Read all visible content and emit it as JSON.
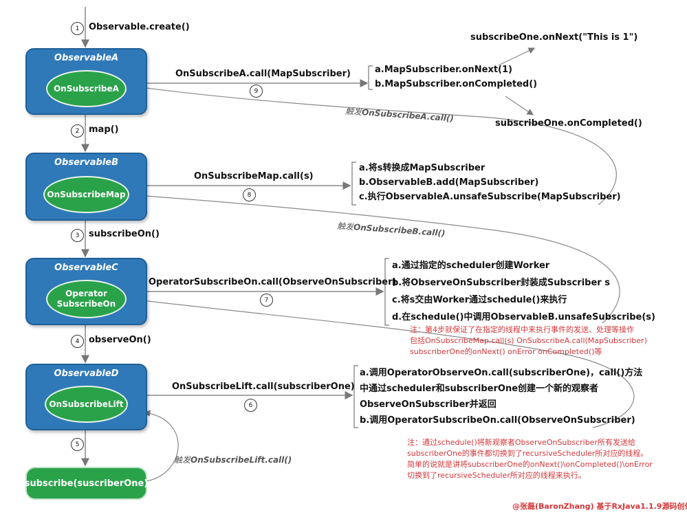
{
  "nodes": {
    "observable_a": {
      "title": "ObservableA",
      "inner": "OnSubscribeA"
    },
    "observable_b": {
      "title": "ObservableB",
      "inner": "OnSubscribeMap"
    },
    "observable_c": {
      "title": "ObservableC",
      "inner_line1": "Operator",
      "inner_line2": "SubscribeOn"
    },
    "observable_d": {
      "title": "ObservableD",
      "inner": "OnSubscribeLift"
    },
    "subscribe": {
      "label": "subscribe(suscriberOne)"
    }
  },
  "steps": {
    "s1": {
      "num": "1",
      "label": "Observable.create()"
    },
    "s2": {
      "num": "2",
      "label": "map()"
    },
    "s3": {
      "num": "3",
      "label": "subscribeOn()"
    },
    "s4": {
      "num": "4",
      "label": "observeOn()"
    },
    "s5": {
      "num": "5"
    },
    "s6": {
      "num": "6",
      "label": "OnSubscribeLift.call(subscriberOne)"
    },
    "s7": {
      "num": "7",
      "label": "OperatorSubscribeOn.call(ObserveOnSubscriber)"
    },
    "s8": {
      "num": "8",
      "label": "OnSubscribeMap.call(s)"
    },
    "s9": {
      "num": "9",
      "label": "OnSubscribeA.call(MapSubscriber)"
    }
  },
  "group_a": {
    "line1": "a.MapSubscriber.onNext(1)",
    "line2": "b.MapSubscriber.onCompleted()",
    "top_note": "subscribeOne.onNext(\"This is 1\")",
    "bottom_note": "subscribeOne.onCompleted()"
  },
  "group_b": {
    "line1": "a.将s转换成MapSubscriber",
    "line2": "b.ObservableB.add(MapSubscriber)",
    "line3": "c.执行ObservableA.unsafeSubscribe(MapSubscriber)"
  },
  "group_c": {
    "line1": "a.通过指定的scheduler创建Worker",
    "line2": "b.将ObserveOnSubscriber封装成Subscriber s",
    "line3": "c.将s交由Worker通过schedule()来执行",
    "line4": "d.在schedule()中调用ObservableB.unsafeSubscribe(s)"
  },
  "group_d": {
    "line1": "a.调用OperatorObserveOn.call(subscriberOne)，call()方法",
    "line2": "中通过scheduler和subscriberOne创建一个新的观察者",
    "line3": "ObserveOnSubscriber并返回",
    "line4": "b.调用OperatorSubscribeOn.call(ObserveOnSubscriber)"
  },
  "triggers": {
    "t_a": {
      "prefix": "触发",
      "name": "OnSubscribeA.call()"
    },
    "t_b": {
      "prefix": "触发",
      "name": "OnSubscribeB.call()"
    },
    "t_lift": {
      "prefix": "触发",
      "name": "OnSubscribeLift.call()"
    }
  },
  "notes": {
    "note1": [
      "注：第4步就保证了在指定的线程中来执行事件的发送、处理等操作",
      "包括OnSubscribeMap.call(s) OnSubscribeA.call(MapSubscriber)",
      "subscriberOne的onNext() onError onCompleted()等"
    ],
    "note2": [
      "注：通过schedule()将新观察者ObserveOnSubscriber所有发送给",
      "subscriberOne的事件都切换到了recursiveScheduler所对应的线程。",
      "简单的说就是讲将subscriberOne的onNext()\\onCompleted()\\onError",
      "切换到了recursiveScheduler所对应的线程来执行。"
    ]
  },
  "credit": {
    "prefix": "@张磊(BaronZhang) 基于",
    "lib": "RxJava1.1.9",
    "suffix": "源码创作"
  },
  "colors": {
    "box": "#2f79b9",
    "ellipse": "#2aa24a",
    "note": "#d4373a",
    "line": "#888888"
  }
}
